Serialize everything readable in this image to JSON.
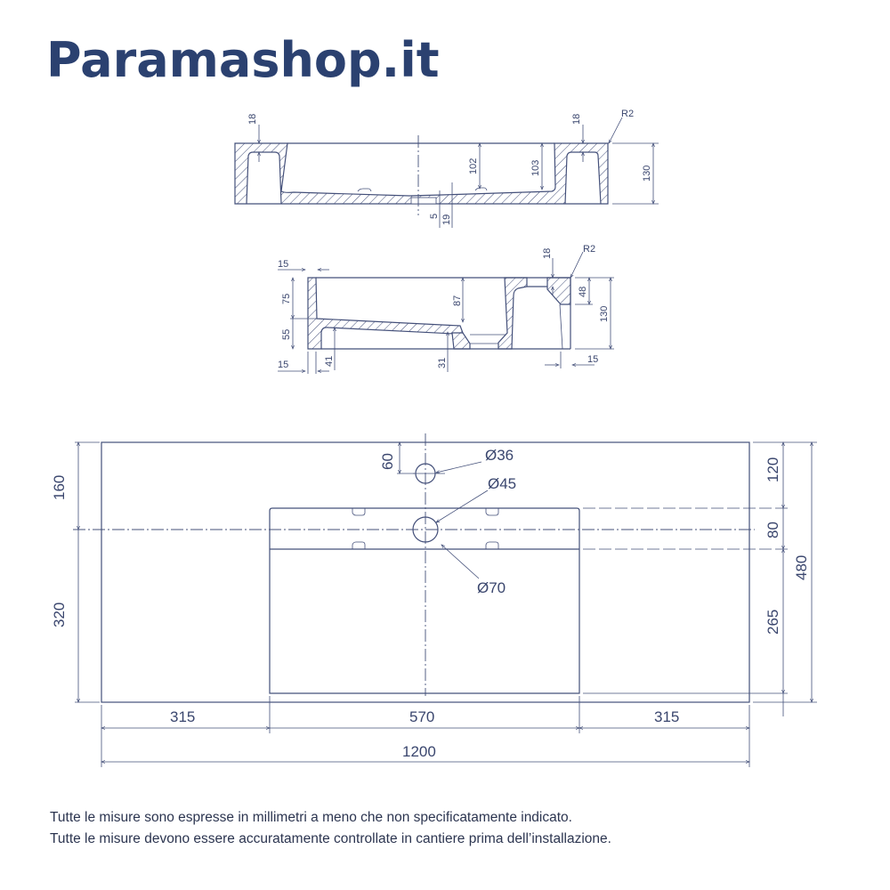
{
  "brand": {
    "logo_text": "Paramashop.it",
    "color": "#2b4170"
  },
  "section_front": {
    "labels": {
      "wall_left": "18",
      "wall_right": "18",
      "radius": "R2",
      "depth_a": "102",
      "depth_b": "103",
      "height": "130",
      "drain_a": "5",
      "drain_b": "19"
    }
  },
  "section_side": {
    "labels": {
      "wall_top": "15",
      "upper": "75",
      "lower": "55",
      "wall_bottom": "15",
      "foot": "41",
      "depth": "87",
      "drain": "31",
      "top_thk": "18",
      "radius": "R2",
      "rim": "48",
      "height": "130",
      "right_wall": "15"
    }
  },
  "plan": {
    "labels": {
      "left_top": "160",
      "left_bottom": "320",
      "tap_offset": "60",
      "tap_hole": "Ø36",
      "drain_hole": "Ø45",
      "drain_outer": "Ø70",
      "right_a": "120",
      "right_b": "80",
      "right_c": "265",
      "total_depth": "480",
      "w_left": "315",
      "w_mid": "570",
      "w_right": "315",
      "total_width": "1200"
    }
  },
  "notes": [
    "Tutte le misure sono espresse in millimetri a meno che non specificatamente indicato.",
    "Tutte le misure devono essere accuratamente controllate in cantiere prima dell’installazione."
  ]
}
